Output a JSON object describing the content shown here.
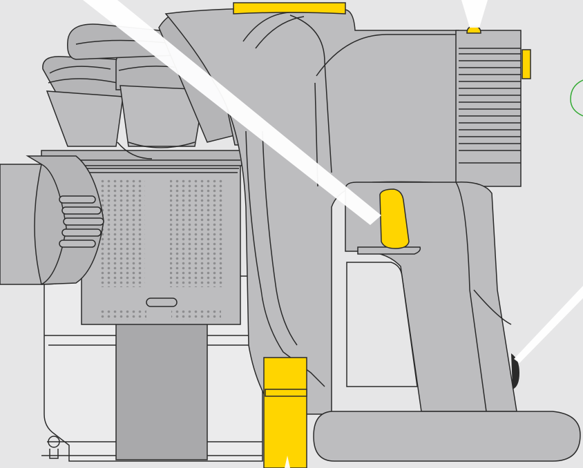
{
  "illustration": {
    "subject": "handheld-vacuum-cleaner-diagram",
    "colors": {
      "background": "#e6e6e7",
      "body": "#bdbdbf",
      "body_dark": "#a9a9ab",
      "outline": "#2a2a2a",
      "accent_yellow": "#ffd500",
      "beam": "#ffffff",
      "indicator_green": "#33aa33"
    },
    "highlighted_parts": [
      "top-release-catch",
      "charge-indicator-light",
      "side-latch",
      "trigger",
      "bin-release-lever",
      "power-socket"
    ]
  }
}
